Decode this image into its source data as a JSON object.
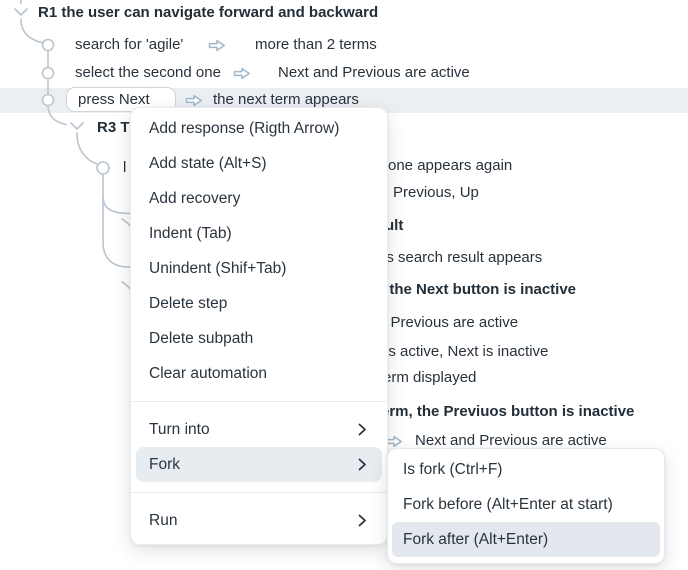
{
  "colors": {
    "text": "#28323c",
    "tree_lines": "#b9c5cf",
    "arrow_icon": "#a3b8c9",
    "selected_row_bg": "#ebeff2",
    "menu_highlight": "#e7ecf0",
    "submenu_highlight": "#e2e8ee"
  },
  "tree": {
    "requirement_r1": "R1 the user can navigate forward and backward",
    "steps": [
      {
        "action": "search for 'agile'",
        "result": "more than 2 terms"
      },
      {
        "action": "select the second one",
        "result": "Next and Previous are active"
      },
      {
        "action": "press Next",
        "result": "the next term appears",
        "selected": true
      }
    ],
    "requirement_r3_fragment": "R3 T",
    "partial_letter": "l"
  },
  "occluded_fragments": {
    "f1": "one appears again",
    "f2": "Previous, Up",
    "f3": "ult",
    "f4": "is search result appears",
    "f5": ", the Next button is inactive",
    "f6": "l Previous are active",
    "f7": "is active, Next is inactive",
    "f8": "erm displayed",
    "f9": "erm, the Previuos button is inactive",
    "f10": "Next and Previous are active"
  },
  "context_menu": {
    "items": [
      {
        "label": "Add response (Rigth Arrow)"
      },
      {
        "label": "Add state (Alt+S)"
      },
      {
        "label": "Add recovery"
      },
      {
        "label": "Indent (Tab)"
      },
      {
        "label": "Unindent (Shif+Tab)"
      },
      {
        "label": "Delete step"
      },
      {
        "label": "Delete subpath"
      },
      {
        "label": "Clear automation"
      },
      {
        "label": "Turn into",
        "submenu": true
      },
      {
        "label": "Fork",
        "submenu": true,
        "highlighted": true
      },
      {
        "label": "Run",
        "submenu": true
      }
    ]
  },
  "fork_submenu": {
    "items": [
      {
        "label": "Is fork (Ctrl+F)"
      },
      {
        "label": "Fork before (Alt+Enter at start)"
      },
      {
        "label": "Fork after (Alt+Enter)",
        "highlighted": true
      }
    ]
  }
}
